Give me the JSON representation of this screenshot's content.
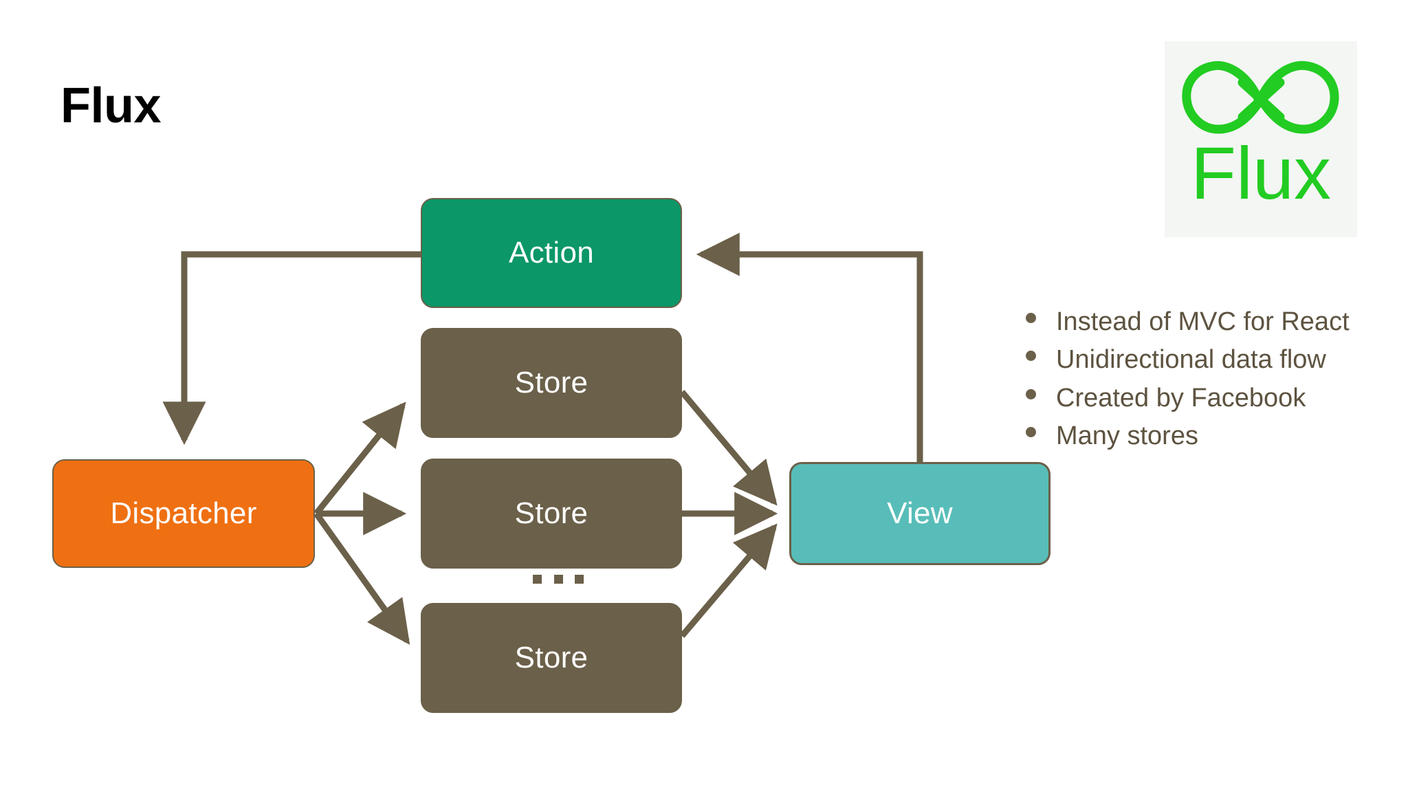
{
  "slide": {
    "title": "Flux",
    "background_color": "#ffffff"
  },
  "logo": {
    "name": "flux-logo",
    "wordmark": "Flux",
    "mark_icon": "infinity-loop-icon",
    "color": "#22cc22",
    "panel_color": "#f4f6f4"
  },
  "diagram": {
    "type": "flow-diagram",
    "arrow_color": "#6b6049",
    "nodes": [
      {
        "id": "action",
        "label": "Action",
        "color": "#0b9768"
      },
      {
        "id": "store_1",
        "label": "Store",
        "color": "#6b6049"
      },
      {
        "id": "store_2",
        "label": "Store",
        "color": "#6b6049"
      },
      {
        "id": "store_3",
        "label": "Store",
        "color": "#6b6049"
      },
      {
        "id": "dispatcher",
        "label": "Dispatcher",
        "color": "#ef7012"
      },
      {
        "id": "view",
        "label": "View",
        "color": "#58bdb8"
      }
    ],
    "ellipsis": "...",
    "edges": [
      {
        "from": "action",
        "to": "dispatcher"
      },
      {
        "from": "dispatcher",
        "to": "store_1"
      },
      {
        "from": "dispatcher",
        "to": "store_2"
      },
      {
        "from": "dispatcher",
        "to": "store_3"
      },
      {
        "from": "store_1",
        "to": "view"
      },
      {
        "from": "store_2",
        "to": "view"
      },
      {
        "from": "store_3",
        "to": "view"
      },
      {
        "from": "view",
        "to": "action"
      }
    ]
  },
  "bullets": {
    "color": "#5d5340",
    "items": [
      "Instead of MVC for React",
      "Unidirectional data flow",
      "Created by Facebook",
      "Many stores"
    ]
  }
}
